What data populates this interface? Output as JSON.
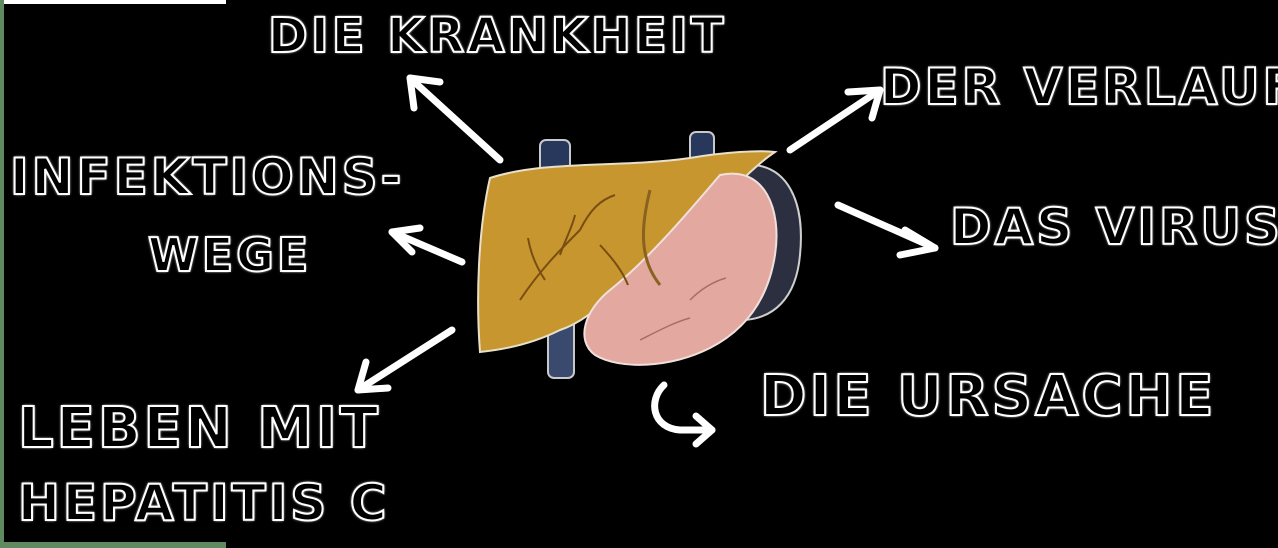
{
  "labels": {
    "krankheit": "DIE KRANKHEIT",
    "verlauf": "DER VERLAUF",
    "virus": "DAS VIRUS",
    "ursache": "DIE URSACHE",
    "infektion_line1": "INFEKTIONS-",
    "infektion_line2": "WEGE",
    "leben_line1": "LEBEN MIT",
    "leben_line2": "HEPATITIS C"
  },
  "colors": {
    "background": "#000000",
    "label_outline": "#ffffff",
    "arrow_stroke": "#ffffff",
    "liver_right_lobe": "#c7962e",
    "liver_left_lobe": "#e3a9a0",
    "vessel": "#27385c"
  }
}
